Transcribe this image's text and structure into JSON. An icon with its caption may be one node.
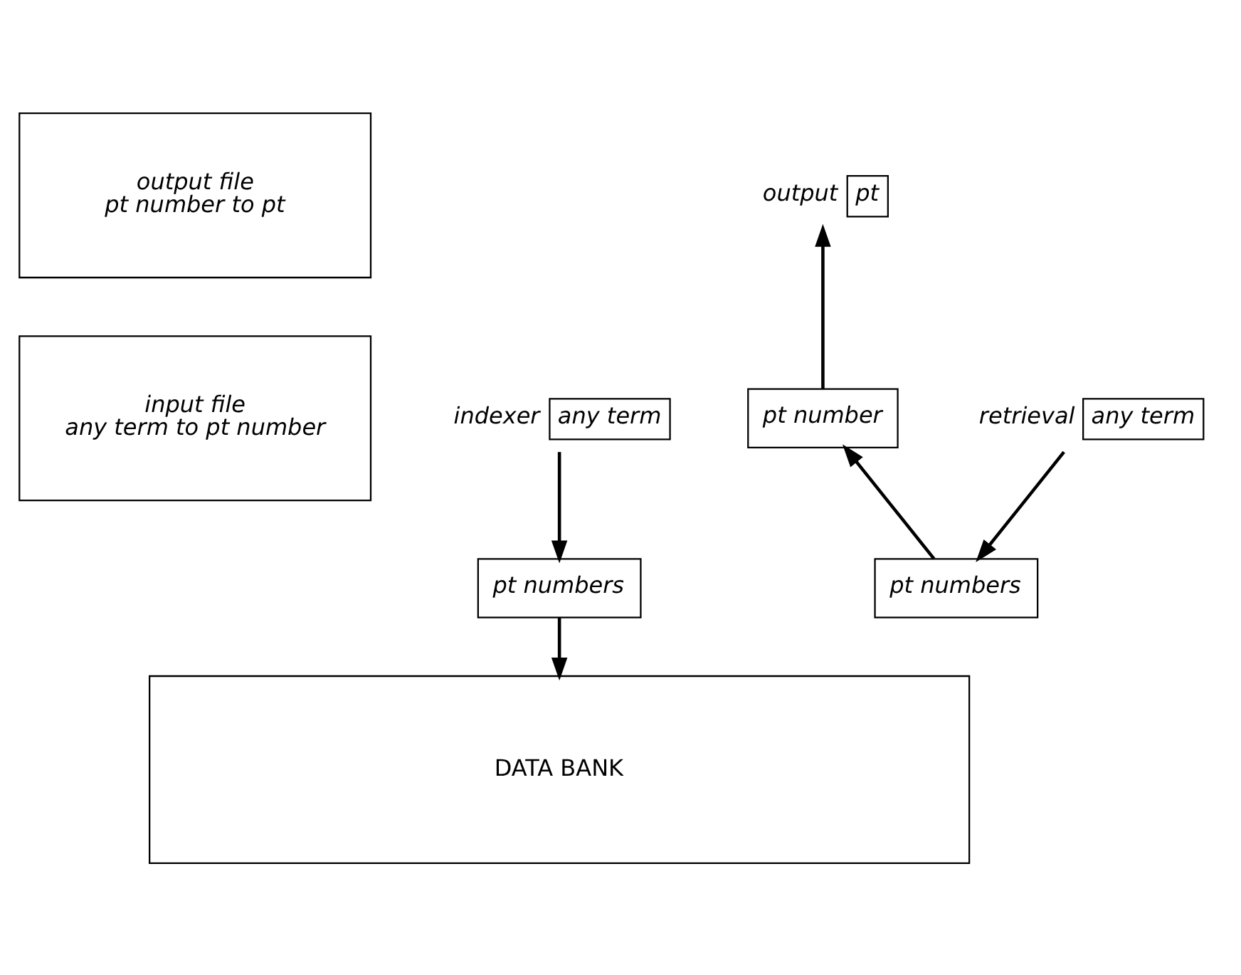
{
  "diagram": {
    "nodes": [
      {
        "text": [
          "output file",
          "pt number to pt"
        ]
      },
      {
        "text": [
          "input file",
          "any term to pt number"
        ]
      },
      {
        "text": [
          "DATA BANK"
        ]
      },
      {
        "text": [
          "pt"
        ],
        "beside": [
          "output"
        ]
      },
      {
        "text": [
          "any term"
        ],
        "beside": [
          "retrieval"
        ]
      },
      {
        "text": [
          "any term"
        ],
        "beside": [
          "indexer"
        ]
      },
      {
        "text": [
          "pt numbers"
        ]
      },
      {
        "text": [
          "pt numbers"
        ]
      },
      {
        "text": [
          "pt number"
        ]
      }
    ],
    "edges": [
      {
        "from": 4,
        "to": 7,
        "arrow": "to"
      },
      {
        "from": 7,
        "to": 8,
        "arrow": "to"
      },
      {
        "from": 8,
        "to": 3,
        "arrow": "to"
      },
      {
        "from": 5,
        "to": 6,
        "arrow": "to"
      },
      {
        "from": 6,
        "to": 2,
        "arrow": "to"
      }
    ]
  }
}
